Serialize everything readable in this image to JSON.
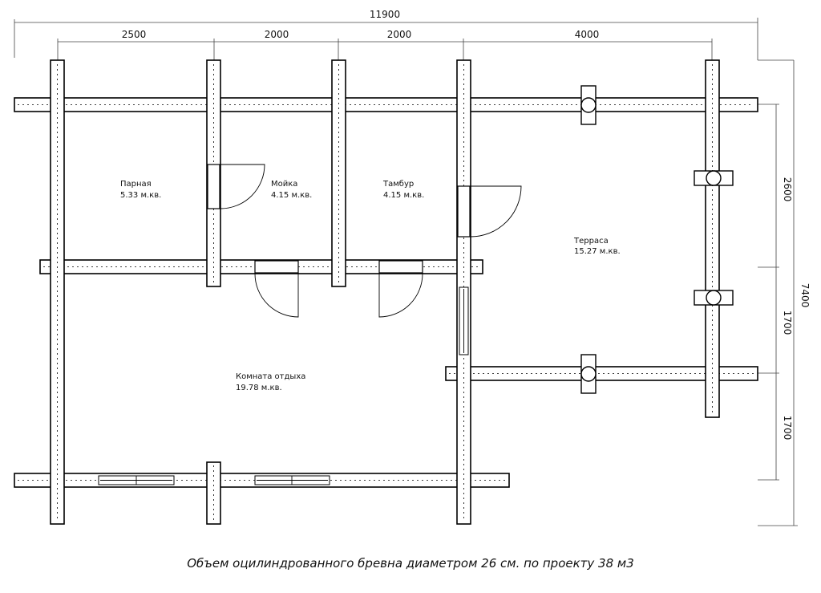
{
  "dimensions": {
    "total_width": "11900",
    "segments": [
      "2500",
      "2000",
      "2000",
      "4000"
    ],
    "total_height": "7400",
    "right_segments": [
      "2600",
      "1700",
      "1700"
    ]
  },
  "rooms": [
    {
      "name": "Парная",
      "area": "5.33 м.кв."
    },
    {
      "name": "Мойка",
      "area": "4.15 м.кв."
    },
    {
      "name": "Тамбур",
      "area": "4.15 м.кв."
    },
    {
      "name": "Терраса",
      "area": "15.27 м.кв."
    },
    {
      "name": "Комната отдыха",
      "area": "19.78 м.кв."
    }
  ],
  "caption": "Объем оцилиндрованного бревна диаметром 26 см. по проекту 38 м3"
}
